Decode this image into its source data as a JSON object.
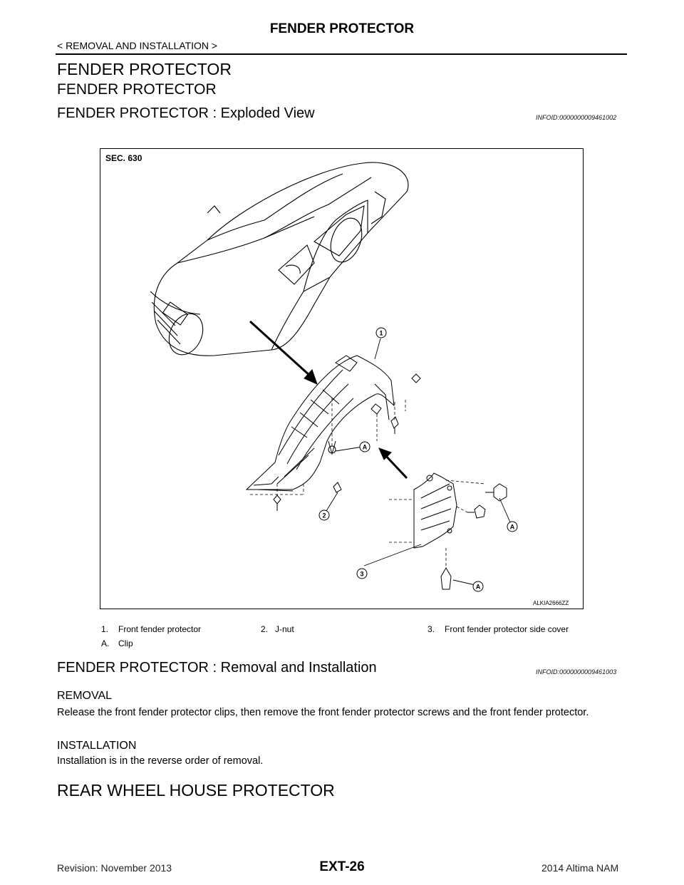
{
  "header": {
    "page_title": "FENDER PROTECTOR",
    "breadcrumb": "< REMOVAL AND INSTALLATION >"
  },
  "section": {
    "h1": "FENDER PROTECTOR",
    "h2": "FENDER PROTECTOR"
  },
  "exploded_view": {
    "title": "FENDER PROTECTOR : Exploded View",
    "infoid": "INFOID:0000000009461002",
    "figure": {
      "sec_label": "SEC. 630",
      "callouts": [
        "1",
        "2",
        "3",
        "A",
        "A",
        "A",
        "A"
      ],
      "code": "ALKIA2666ZZ"
    },
    "legend": [
      {
        "num": "1.",
        "text": "Front fender protector"
      },
      {
        "num": "2.",
        "text": "J-nut"
      },
      {
        "num": "3.",
        "text": "Front fender protector side cover"
      },
      {
        "num": "A.",
        "text": "Clip"
      }
    ]
  },
  "removal_installation": {
    "title": "FENDER PROTECTOR : Removal and Installation",
    "infoid": "INFOID:0000000009461003",
    "removal_heading": "REMOVAL",
    "removal_text": "Release the front fender protector clips, then remove the front fender protector screws and the front fender protector.",
    "installation_heading": "INSTALLATION",
    "installation_text": "Installation is in the reverse order of removal."
  },
  "next_section": {
    "h1": "REAR WHEEL HOUSE PROTECTOR"
  },
  "footer": {
    "revision": "Revision: November 2013",
    "page_code": "EXT-26",
    "model": "2014 Altima NAM"
  }
}
